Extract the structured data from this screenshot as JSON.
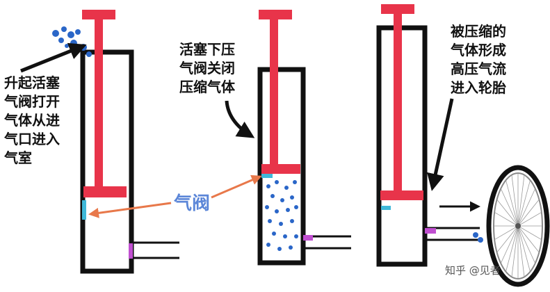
{
  "labels": {
    "left": "升起活塞\n气阀打开\n气体从进\n气口进入\n气室",
    "middle": "活塞下压\n气阀关闭\n压缩气体",
    "right": "被压缩的\n气体形成\n高压气流\n进入轮胎",
    "valve": "气阀",
    "watermark": "知乎 @见者"
  },
  "colors": {
    "piston": "#e8344a",
    "cylinder": "#111111",
    "valve": "#3fb8d8",
    "inlet_valve": "#c04fd0",
    "air_dots": "#2a66c8",
    "arrow_orange": "#e8784a",
    "valve_label": "#5b86d8"
  },
  "icons": [
    "bicycle-wheel-icon",
    "air-particle-icon",
    "arrow-icon"
  ]
}
